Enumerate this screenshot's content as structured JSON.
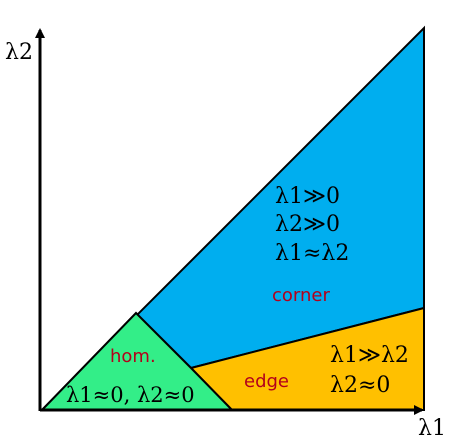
{
  "axes": {
    "x_label": "λ1",
    "y_label": "λ2"
  },
  "regions": {
    "corner": {
      "name": "corner",
      "conditions": [
        "λ1≫0",
        "λ2≫0",
        "λ1≈λ2"
      ],
      "color": "#00aeef"
    },
    "edge": {
      "name": "edge",
      "conditions": [
        "λ1≫λ2",
        "λ2≈0"
      ],
      "color": "#ffc000"
    },
    "flat": {
      "name": "hom.",
      "conditions": [
        "λ1≈0, λ2≈0"
      ],
      "color": "#33ee88"
    }
  },
  "colors": {
    "outline": "#000000",
    "region_label": "#b3001b"
  }
}
